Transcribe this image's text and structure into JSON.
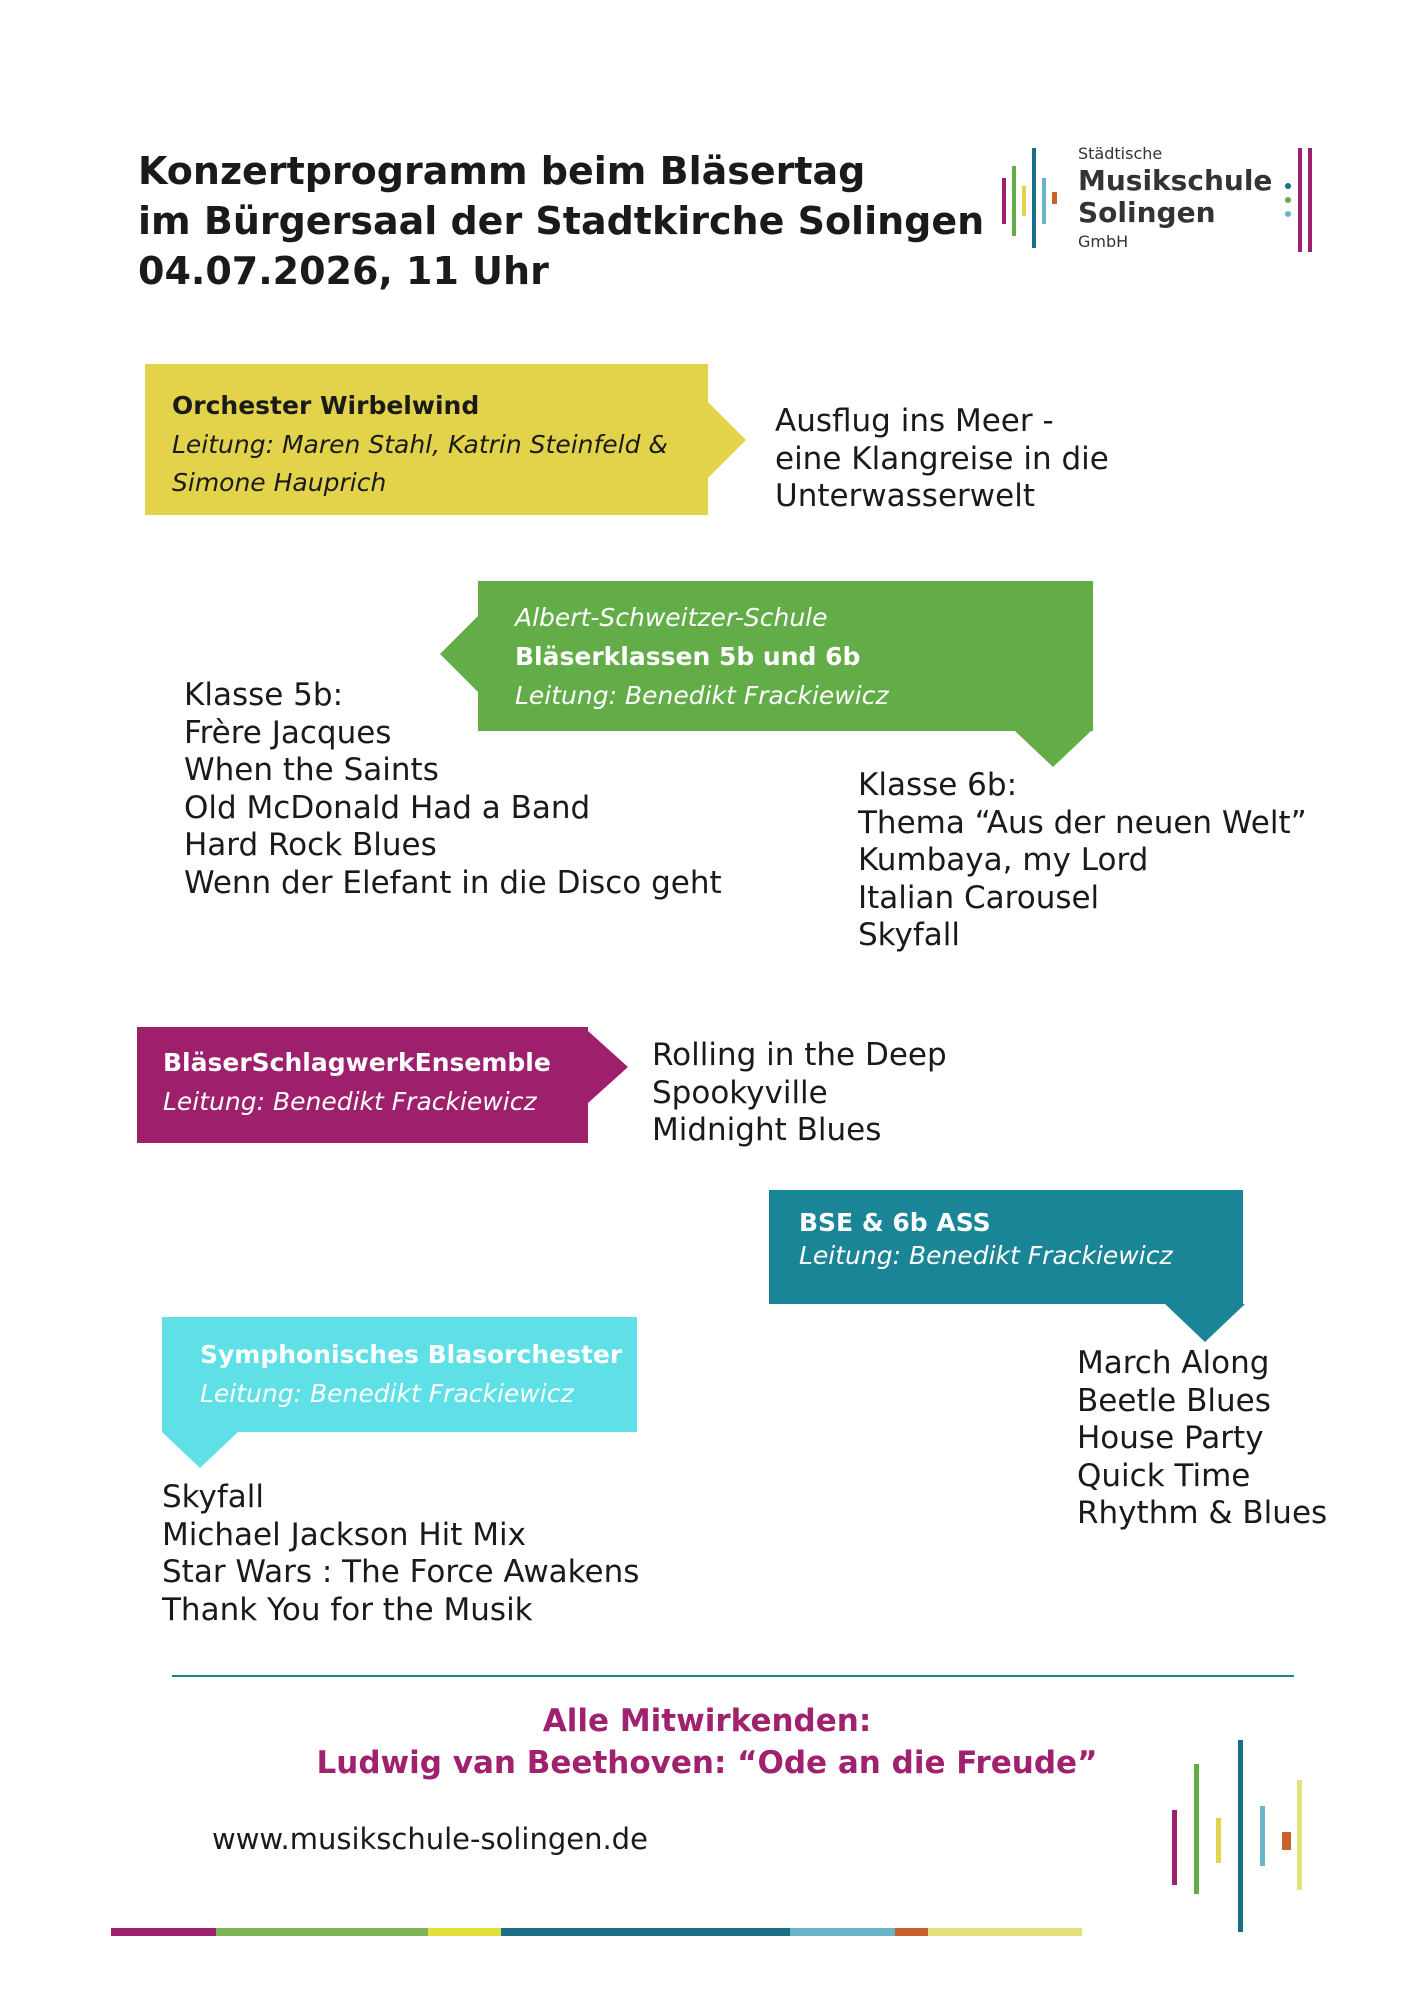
{
  "header": {
    "title_lines": [
      "Konzertprogramm beim Bläsertag",
      "im Bürgersaal der Stadtkirche Solingen",
      "04.07.2026, 11 Uhr"
    ]
  },
  "logo": {
    "line1": "Städtische",
    "line2": "Musikschule",
    "line3": "Solingen",
    "line4": "GmbH"
  },
  "colors": {
    "yellow": "#e3d34a",
    "green": "#62ad48",
    "magenta": "#9e1f6b",
    "teal": "#1a8596",
    "cyan": "#5ee0e6",
    "finale": "#a0216e"
  },
  "groups": [
    {
      "name": "Orchester Wirbelwind",
      "leadership_lines": [
        "Leitung: Maren Stahl, Katrin Steinfeld &",
        "Simone Hauprich"
      ],
      "pieces": [
        "Ausflug ins Meer -",
        "eine Klangreise in die",
        "Unterwasserwelt"
      ]
    },
    {
      "school": "Albert-Schweitzer-Schule",
      "name": "Bläserklassen 5b und 6b",
      "leadership": "Leitung: Benedikt Frackiewicz",
      "class_5b": {
        "heading": "Klasse 5b:",
        "pieces": [
          "Frère Jacques",
          "When the Saints",
          "Old McDonald Had a Band",
          "Hard Rock Blues",
          "Wenn der Elefant in die Disco geht"
        ]
      },
      "class_6b": {
        "heading": "Klasse 6b:",
        "pieces": [
          "Thema “Aus der neuen Welt”",
          "Kumbaya, my Lord",
          "Italian Carousel",
          "Skyfall"
        ]
      }
    },
    {
      "name": "BläserSchlagwerkEnsemble",
      "leadership": "Leitung: Benedikt Frackiewicz",
      "pieces": [
        "Rolling in the Deep",
        "Spookyville",
        "Midnight Blues"
      ]
    },
    {
      "name": "BSE & 6b ASS",
      "leadership": "Leitung: Benedikt Frackiewicz",
      "pieces": [
        "March Along",
        "Beetle Blues",
        "House Party",
        "Quick Time",
        "Rhythm & Blues"
      ]
    },
    {
      "name": "Symphonisches Blasorchester",
      "leadership": "Leitung: Benedikt Frackiewicz",
      "pieces": [
        "Skyfall",
        "Michael Jackson Hit Mix",
        "Star Wars : The Force Awakens",
        "Thank You for the Musik"
      ]
    }
  ],
  "finale": {
    "line1": "Alle Mitwirkenden:",
    "line2": "Ludwig van Beethoven: “Ode an die Freude”"
  },
  "footer": {
    "url": "www.musikschule-solingen.de"
  }
}
